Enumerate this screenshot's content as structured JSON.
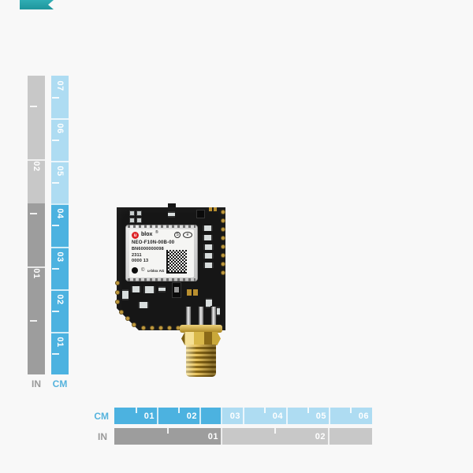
{
  "page": {
    "background": "#f8f8f8",
    "ribbon_color": "#29a4ab"
  },
  "rulers": {
    "vertical": {
      "cm": {
        "label": "CM",
        "numbers": [
          "07",
          "06",
          "05",
          "04",
          "03",
          "02",
          "01"
        ]
      },
      "in": {
        "label": "IN",
        "numbers": [
          "02",
          "01"
        ]
      }
    },
    "horizontal": {
      "cm": {
        "label": "CM",
        "numbers": [
          "01",
          "02",
          "03",
          "04",
          "05",
          "06"
        ]
      },
      "in": {
        "label": "IN",
        "numbers": [
          "01",
          "02"
        ]
      }
    },
    "colors": {
      "cm_light": "#aedcf2",
      "cm_dark": "#4cb2e0",
      "in_light": "#c8c8c8",
      "in_dark": "#9d9d9d",
      "cm_label": "#56b3dd",
      "in_label": "#9a9a9a"
    }
  },
  "module": {
    "logo_letter": "u",
    "brand": "blox",
    "registered": "®",
    "cert_1": "S",
    "cert_2": "e",
    "part_number": "NEO-F10N-00B-00",
    "serial": "BN6000000098",
    "date_code": "2311",
    "lot_code": "0000 13",
    "copyright": "©",
    "maker": "u-blox AG"
  }
}
